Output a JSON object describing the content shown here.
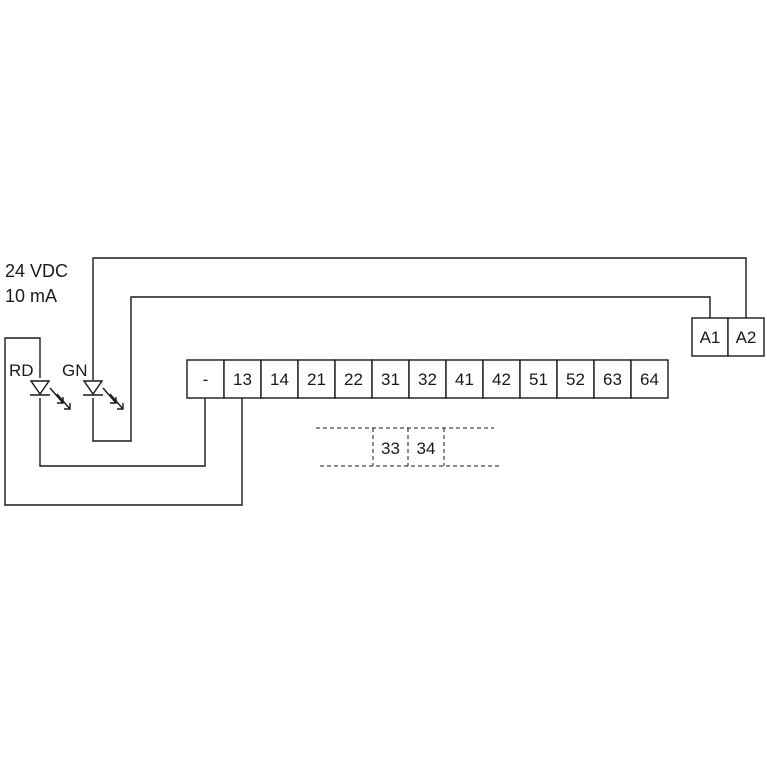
{
  "supply": {
    "voltage": "24 VDC",
    "current": "10 mA"
  },
  "leds": {
    "red_label": "RD",
    "green_label": "GN"
  },
  "terminals": {
    "main": [
      "-",
      "13",
      "14",
      "21",
      "22",
      "31",
      "32",
      "41",
      "42",
      "51",
      "52",
      "63",
      "64"
    ],
    "coil": [
      "A1",
      "A2"
    ],
    "optional": [
      "33",
      "34"
    ]
  }
}
